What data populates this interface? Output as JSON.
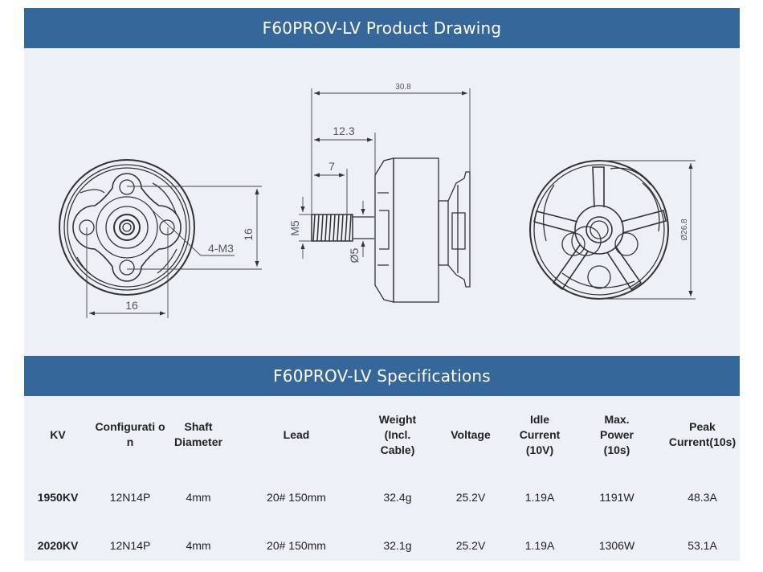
{
  "drawing_section": {
    "title": "F60PROV-LV Product Drawing",
    "dimensions": {
      "overall_length": "30.8",
      "shaft_length": "12.3",
      "thread_length": "7",
      "thread": "M5",
      "shaft_diameter": "Ø5",
      "mount_holes": "4-M3",
      "hole_spacing_vertical": "16",
      "hole_spacing_horizontal": "16",
      "bell_diameter": "Ø26.8"
    }
  },
  "spec_section": {
    "title": "F60PROV-LV Specifications",
    "columns": [
      "KV",
      "Configurati on",
      "Shaft Diameter",
      "Lead",
      "Weight (Incl. Cable)",
      "Voltage",
      "Idle Current (10V)",
      "Max. Power (10s)",
      "Peak Current(10s)"
    ],
    "rows": [
      [
        "1950KV",
        "12N14P",
        "4mm",
        "20# 150mm",
        "32.4g",
        "25.2V",
        "1.19A",
        "1191W",
        "48.3A"
      ],
      [
        "2020KV",
        "12N14P",
        "4mm",
        "20# 150mm",
        "32.1g",
        "25.2V",
        "1.19A",
        "1306W",
        "53.1A"
      ]
    ]
  }
}
